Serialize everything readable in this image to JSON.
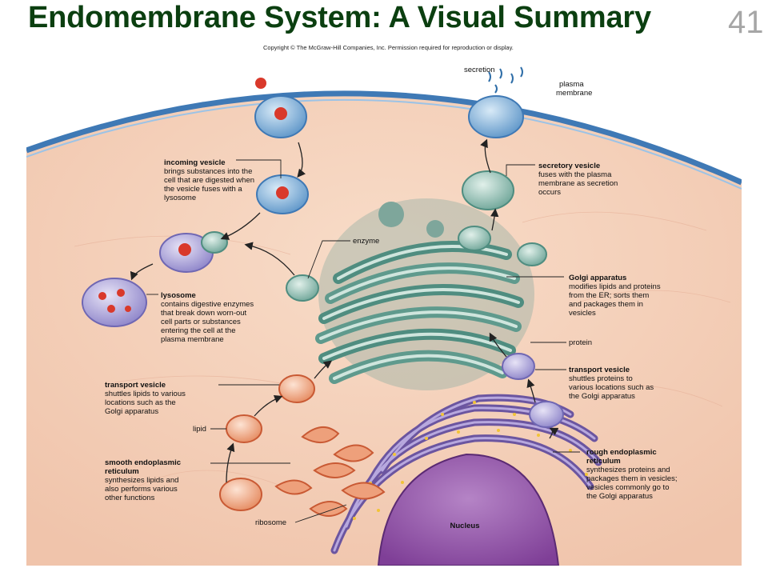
{
  "slide": {
    "title": "Endomembrane System: A Visual Summary",
    "number": "41"
  },
  "figure": {
    "copyright": "Copyright © The McGraw-Hill Companies, Inc. Permission required for reproduction or display.",
    "labels": {
      "secretion": "secretion",
      "plasma_membrane": [
        "plasma",
        "membrane"
      ],
      "incoming_vesicle_title": "incoming vesicle",
      "incoming_vesicle_desc": [
        "brings substances into the",
        "cell that are digested when",
        "the vesicle fuses with a",
        "lysosome"
      ],
      "secretory_vesicle_title": "secretory vesicle",
      "secretory_vesicle_desc": [
        "fuses with the plasma",
        "membrane as secretion",
        "occurs"
      ],
      "enzyme": "enzyme",
      "golgi_title": "Golgi apparatus",
      "golgi_desc": [
        "modifies lipids and proteins",
        "from the ER; sorts them",
        "and packages them in",
        "vesicles"
      ],
      "lysosome_title": "lysosome",
      "lysosome_desc": [
        "contains digestive enzymes",
        "that break down worn-out",
        "cell parts or substances",
        "entering the cell at the",
        "plasma membrane"
      ],
      "protein": "protein",
      "transport_vesicle_right_title": "transport vesicle",
      "transport_vesicle_right_desc": [
        "shuttles proteins to",
        "various locations such as",
        "the Golgi apparatus"
      ],
      "transport_vesicle_left_title": "transport vesicle",
      "transport_vesicle_left_desc": [
        "shuttles lipids to various",
        "locations such as the",
        "Golgi apparatus"
      ],
      "lipid": "lipid",
      "smooth_er_title": [
        "smooth endoplasmic",
        "reticulum"
      ],
      "smooth_er_desc": [
        "synthesizes lipids and",
        "also performs various",
        "other functions"
      ],
      "rough_er_title": [
        "rough endoplasmic",
        "reticulum"
      ],
      "rough_er_desc": [
        "synthesizes proteins and",
        "packages them in vesicles;",
        "vesicles commonly go to",
        "the Golgi apparatus"
      ],
      "ribosome": "ribosome",
      "nucleus": "Nucleus"
    }
  },
  "colors": {
    "title": "#0b3f10",
    "slide_number": "#a6a6a6",
    "cytoplasm": "#f3cdb6",
    "membrane": "#3f79b5",
    "golgi": "#4f8d80",
    "nucleus": "#8a4fa3",
    "rough_er": "#7d63ab",
    "smooth_er": "#d9714a"
  }
}
